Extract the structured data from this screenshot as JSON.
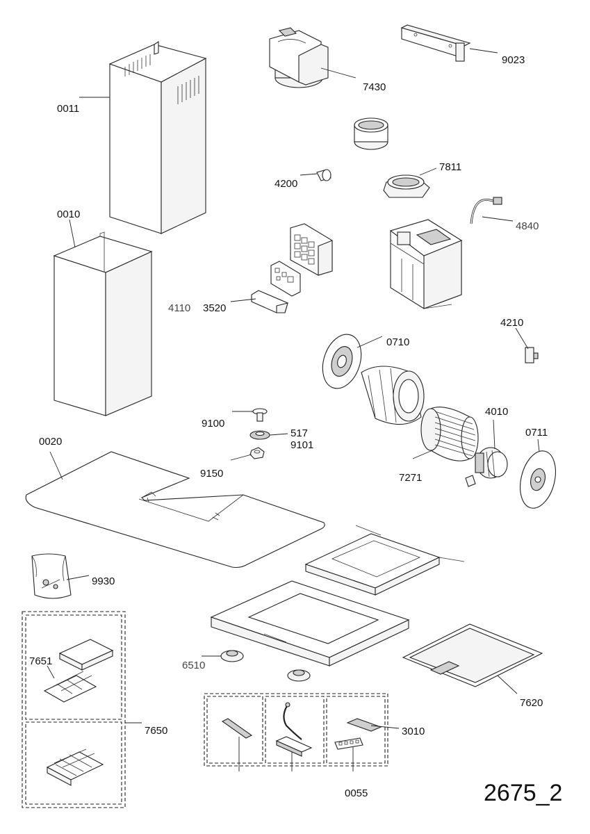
{
  "diagram_id": "2675_2",
  "parts": {
    "p0011": "0011",
    "p0010": "0010",
    "p7430": "7430",
    "p9023": "9023",
    "p4200": "4200",
    "p7811": "7811",
    "p4840": "4840",
    "p4110": "4110",
    "p3520": "3520",
    "p4210": "4210",
    "p0710": "0710",
    "p9100": "9100",
    "p517": "517",
    "p9101": "9101",
    "p4010": "4010",
    "p0711": "0711",
    "p0020": "0020",
    "p9150": "9150",
    "p7271": "7271",
    "p9930": "9930",
    "p7651": "7651",
    "p6510": "6510",
    "p7620": "7620",
    "p7650": "7650",
    "p3010": "3010",
    "p0055": "0055"
  }
}
